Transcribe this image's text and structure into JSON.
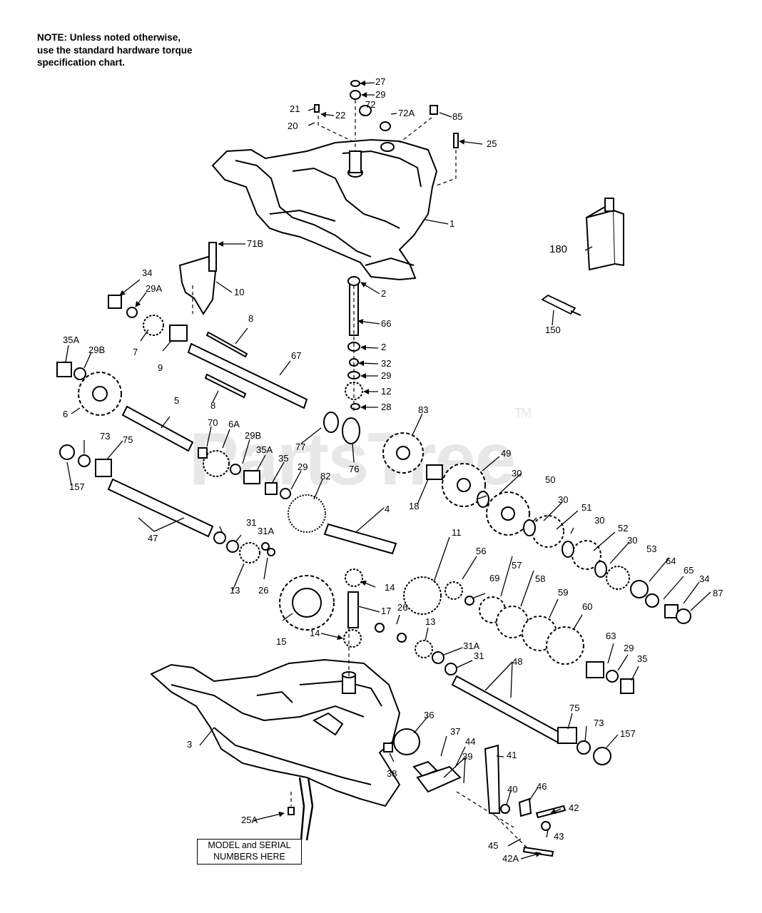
{
  "note": {
    "lines": [
      "NOTE: Unless noted otherwise,",
      "use the standard hardware torque",
      "specification chart."
    ]
  },
  "model_box": {
    "lines": [
      "MODEL and SERIAL",
      "NUMBERS HERE"
    ]
  },
  "watermark": {
    "text": "PartsTree",
    "tm": "TM"
  },
  "callouts": [
    {
      "id": "27",
      "text": "27"
    },
    {
      "id": "29-top",
      "text": "29"
    },
    {
      "id": "21",
      "text": "21"
    },
    {
      "id": "22",
      "text": "22"
    },
    {
      "id": "72",
      "text": "72"
    },
    {
      "id": "72A",
      "text": "72A"
    },
    {
      "id": "85",
      "text": "85"
    },
    {
      "id": "20",
      "text": "20"
    },
    {
      "id": "25",
      "text": "25"
    },
    {
      "id": "1",
      "text": "1"
    },
    {
      "id": "180",
      "text": "180"
    },
    {
      "id": "71B",
      "text": "71B"
    },
    {
      "id": "34-left",
      "text": "34"
    },
    {
      "id": "29A",
      "text": "29A"
    },
    {
      "id": "10",
      "text": "10"
    },
    {
      "id": "2-top",
      "text": "2"
    },
    {
      "id": "66",
      "text": "66"
    },
    {
      "id": "150",
      "text": "150"
    },
    {
      "id": "8-top",
      "text": "8"
    },
    {
      "id": "7",
      "text": "7"
    },
    {
      "id": "9",
      "text": "9"
    },
    {
      "id": "35A-left",
      "text": "35A"
    },
    {
      "id": "29B-left",
      "text": "29B"
    },
    {
      "id": "67",
      "text": "67"
    },
    {
      "id": "2-mid",
      "text": "2"
    },
    {
      "id": "32",
      "text": "32"
    },
    {
      "id": "29-mid",
      "text": "29"
    },
    {
      "id": "12",
      "text": "12"
    },
    {
      "id": "28",
      "text": "28"
    },
    {
      "id": "6",
      "text": "6"
    },
    {
      "id": "8-bot",
      "text": "8"
    },
    {
      "id": "5",
      "text": "5"
    },
    {
      "id": "83",
      "text": "83"
    },
    {
      "id": "70",
      "text": "70"
    },
    {
      "id": "6A",
      "text": "6A"
    },
    {
      "id": "29B-mid",
      "text": "29B"
    },
    {
      "id": "77",
      "text": "77"
    },
    {
      "id": "76",
      "text": "76"
    },
    {
      "id": "73-left",
      "text": "73"
    },
    {
      "id": "75-left",
      "text": "75"
    },
    {
      "id": "35A-mid",
      "text": "35A"
    },
    {
      "id": "35-mid",
      "text": "35"
    },
    {
      "id": "29-low",
      "text": "29"
    },
    {
      "id": "49",
      "text": "49"
    },
    {
      "id": "157-left",
      "text": "157"
    },
    {
      "id": "82",
      "text": "82"
    },
    {
      "id": "18",
      "text": "18"
    },
    {
      "id": "30-a",
      "text": "30"
    },
    {
      "id": "50",
      "text": "50"
    },
    {
      "id": "4",
      "text": "4"
    },
    {
      "id": "30-b",
      "text": "30"
    },
    {
      "id": "51",
      "text": "51"
    },
    {
      "id": "30-c",
      "text": "30"
    },
    {
      "id": "52",
      "text": "52"
    },
    {
      "id": "30-d",
      "text": "30"
    },
    {
      "id": "53",
      "text": "53"
    },
    {
      "id": "47",
      "text": "47"
    },
    {
      "id": "31-left",
      "text": "31"
    },
    {
      "id": "31A-left",
      "text": "31A"
    },
    {
      "id": "11",
      "text": "11"
    },
    {
      "id": "56",
      "text": "56"
    },
    {
      "id": "64",
      "text": "64"
    },
    {
      "id": "65",
      "text": "65"
    },
    {
      "id": "34-right",
      "text": "34"
    },
    {
      "id": "87",
      "text": "87"
    },
    {
      "id": "69",
      "text": "69"
    },
    {
      "id": "57",
      "text": "57"
    },
    {
      "id": "58",
      "text": "58"
    },
    {
      "id": "13-left",
      "text": "13"
    },
    {
      "id": "26-left",
      "text": "26"
    },
    {
      "id": "14-top",
      "text": "14"
    },
    {
      "id": "59",
      "text": "59"
    },
    {
      "id": "60",
      "text": "60"
    },
    {
      "id": "17",
      "text": "17"
    },
    {
      "id": "26-mid",
      "text": "26"
    },
    {
      "id": "15",
      "text": "15"
    },
    {
      "id": "14-bot",
      "text": "14"
    },
    {
      "id": "13-mid",
      "text": "13"
    },
    {
      "id": "63",
      "text": "63"
    },
    {
      "id": "29-right",
      "text": "29"
    },
    {
      "id": "35-right",
      "text": "35"
    },
    {
      "id": "31A-mid",
      "text": "31A"
    },
    {
      "id": "31-mid",
      "text": "31"
    },
    {
      "id": "48",
      "text": "48"
    },
    {
      "id": "3",
      "text": "3"
    },
    {
      "id": "36",
      "text": "36"
    },
    {
      "id": "37",
      "text": "37"
    },
    {
      "id": "44",
      "text": "44"
    },
    {
      "id": "41",
      "text": "41"
    },
    {
      "id": "39",
      "text": "39"
    },
    {
      "id": "75-right",
      "text": "75"
    },
    {
      "id": "73-right",
      "text": "73"
    },
    {
      "id": "157-right",
      "text": "157"
    },
    {
      "id": "38",
      "text": "38"
    },
    {
      "id": "46",
      "text": "46"
    },
    {
      "id": "40",
      "text": "40"
    },
    {
      "id": "42",
      "text": "42"
    },
    {
      "id": "43",
      "text": "43"
    },
    {
      "id": "25A",
      "text": "25A"
    },
    {
      "id": "45",
      "text": "45"
    },
    {
      "id": "42A",
      "text": "42A"
    }
  ]
}
